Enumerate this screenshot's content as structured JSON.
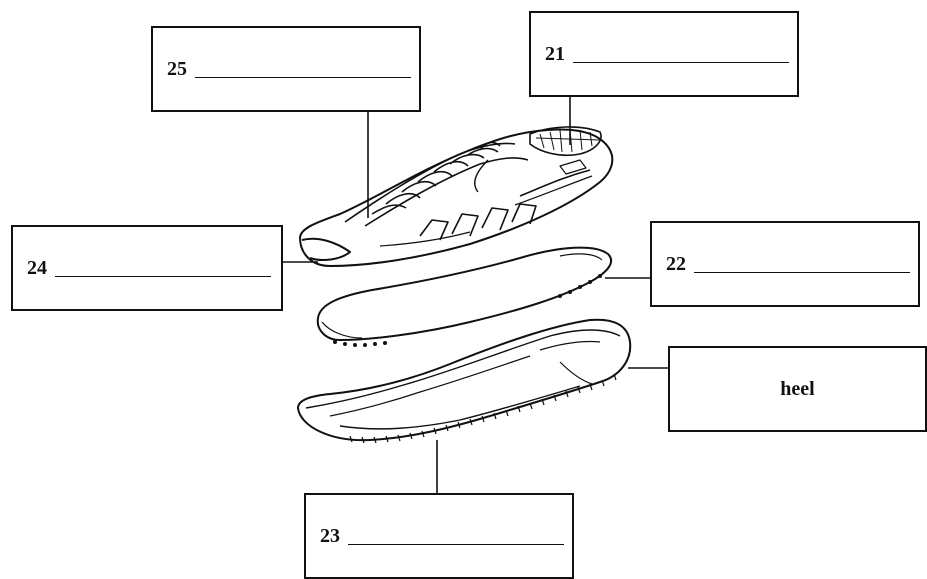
{
  "labels": {
    "l21": {
      "number": "21",
      "text": ""
    },
    "l22": {
      "number": "22",
      "text": ""
    },
    "l23": {
      "number": "23",
      "text": ""
    },
    "l24": {
      "number": "24",
      "text": ""
    },
    "l25": {
      "number": "25",
      "text": ""
    },
    "heel": {
      "number": "",
      "text": "heel"
    }
  },
  "colors": {
    "ink": "#111111",
    "background": "#ffffff"
  }
}
